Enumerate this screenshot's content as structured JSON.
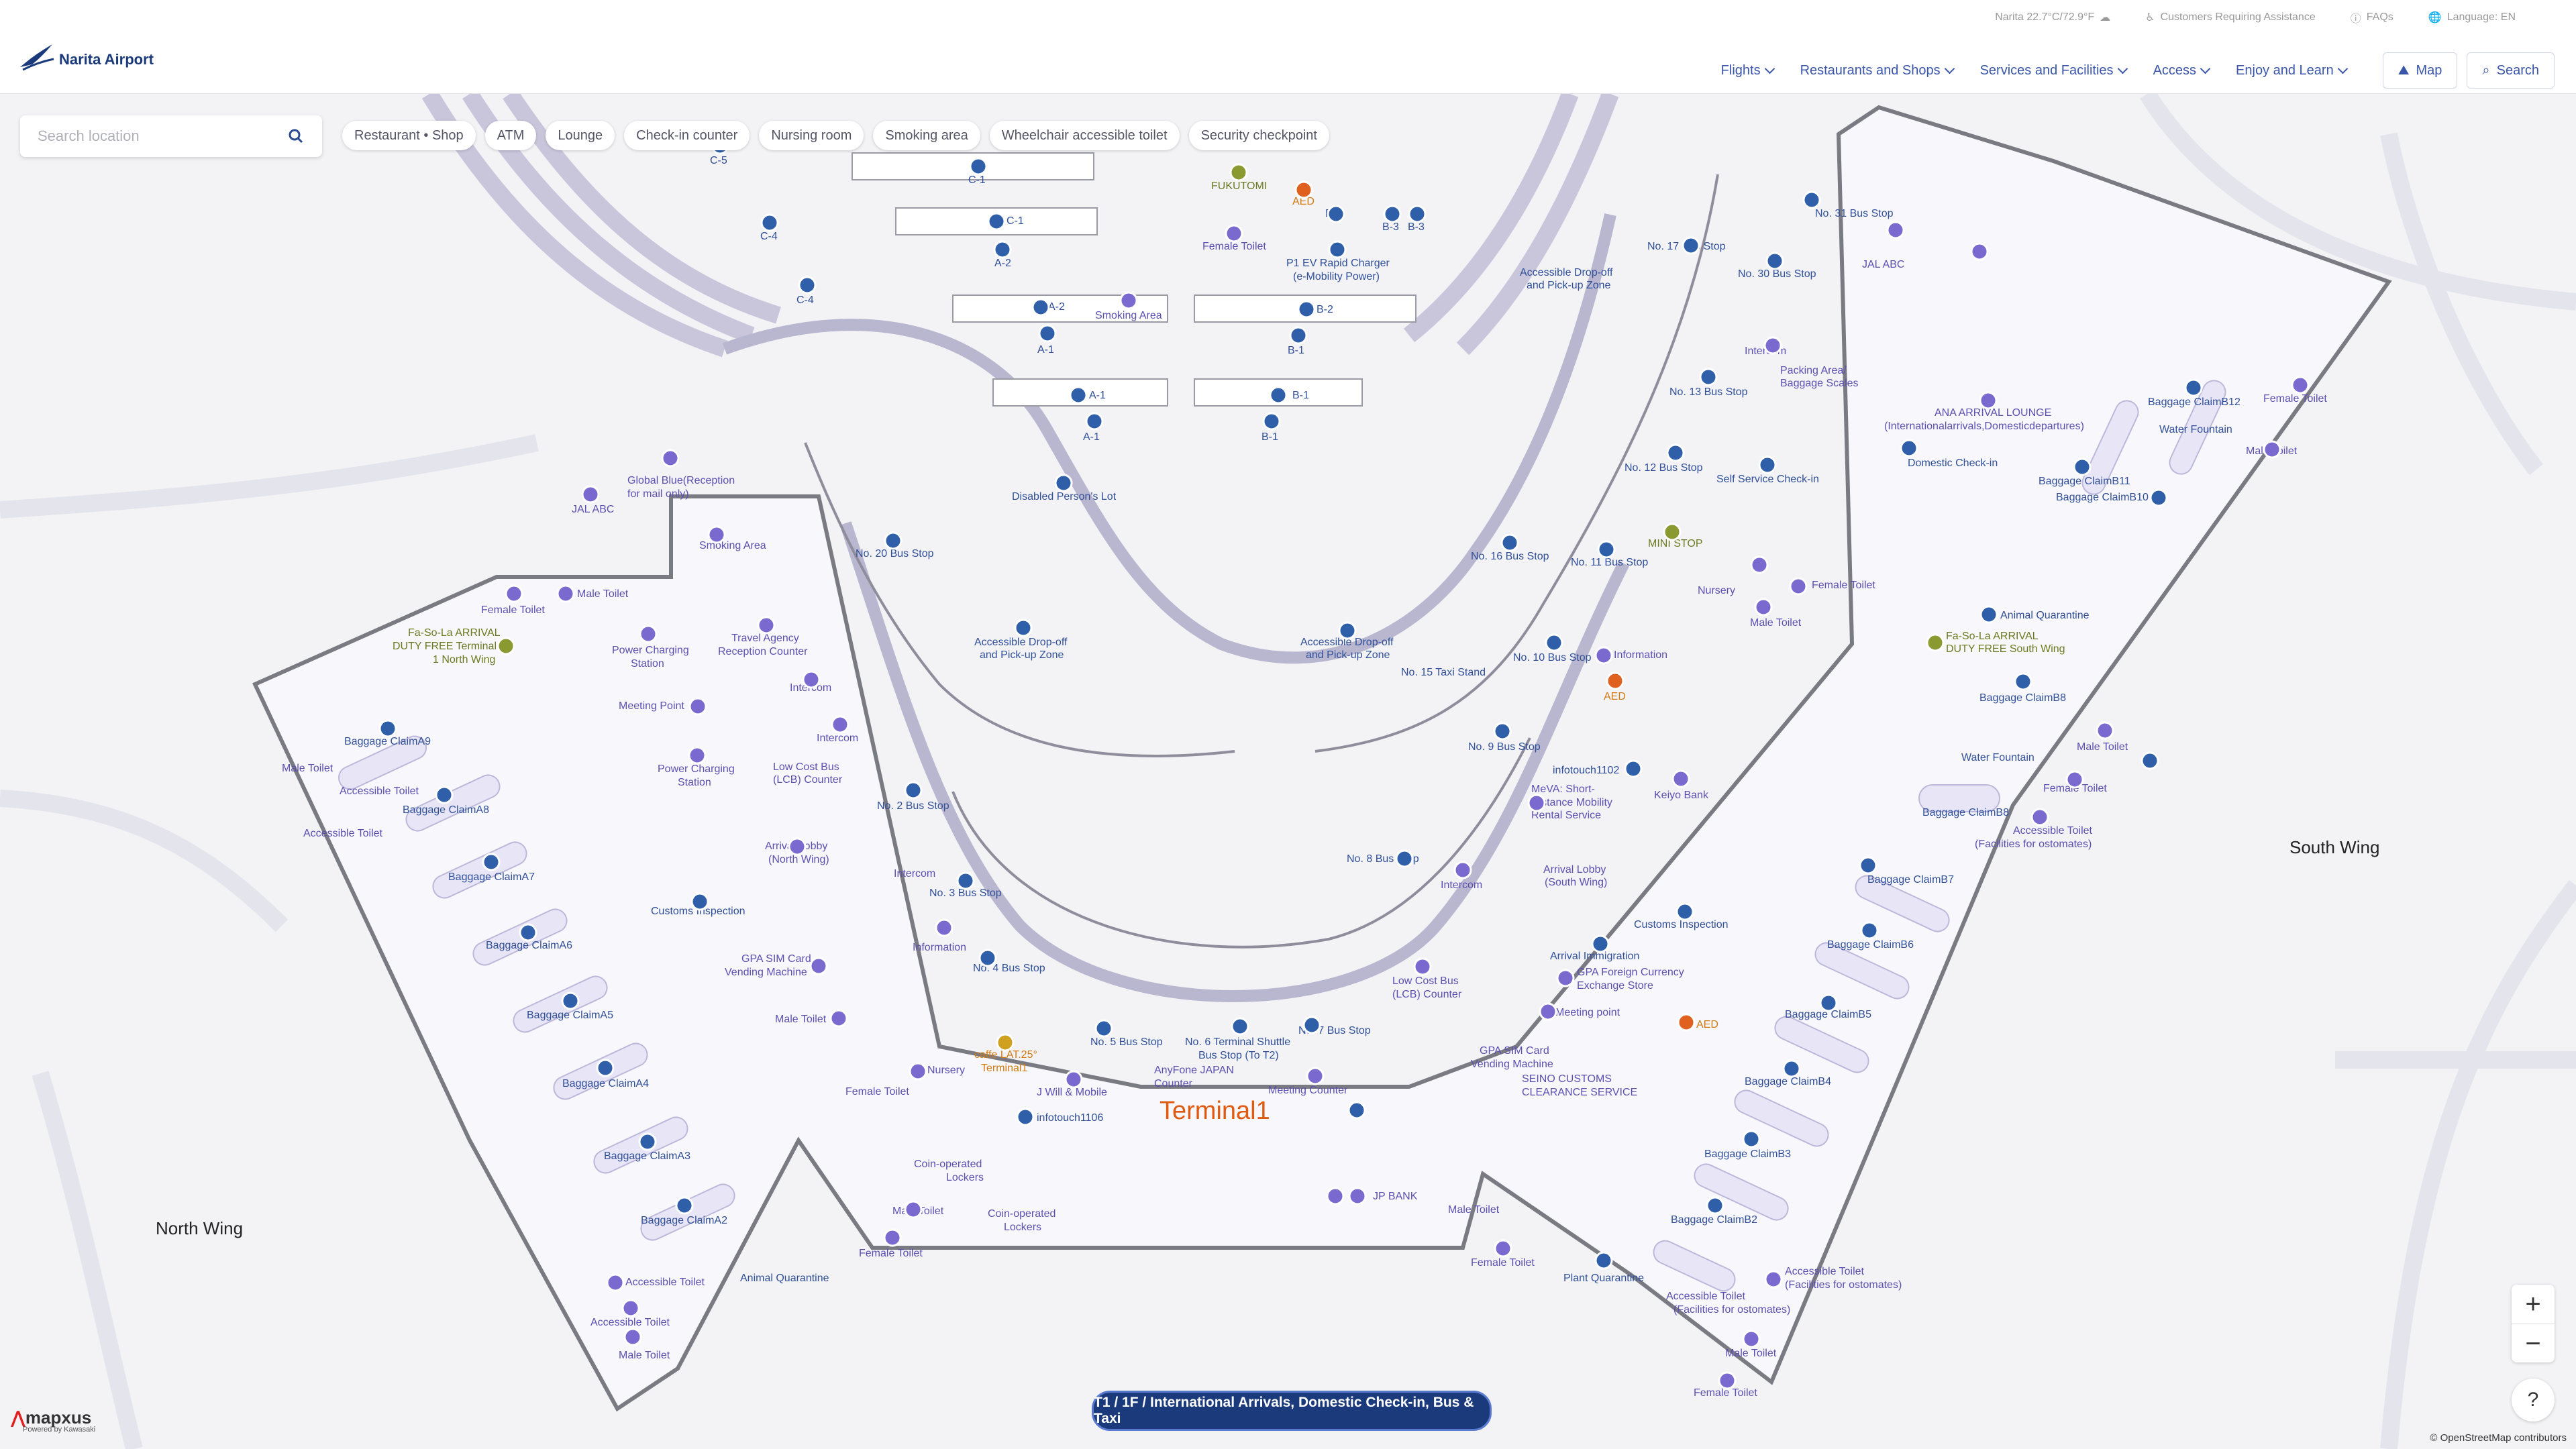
{
  "header": {
    "logo_text": "Narita Airport",
    "utility": {
      "weather": "Narita 22.7°C/72.9°F",
      "assistance": "Customers Requiring Assistance",
      "faqs": "FAQs",
      "language": "Language: EN"
    },
    "nav": [
      {
        "label": "Flights"
      },
      {
        "label": "Restaurants and Shops"
      },
      {
        "label": "Services and Facilities"
      },
      {
        "label": "Access"
      },
      {
        "label": "Enjoy and Learn"
      }
    ],
    "map_button": "Map",
    "search_button": "Search"
  },
  "search": {
    "placeholder": "Search location"
  },
  "chips": [
    "Restaurant • Shop",
    "ATM",
    "Lounge",
    "Check-in counter",
    "Nursing room",
    "Smoking area",
    "Wheelchair accessible toilet",
    "Security checkpoint"
  ],
  "map": {
    "terminal": "Terminal1",
    "north_wing": "North Wing",
    "south_wing": "South Wing",
    "labels": {
      "c5": "C-5",
      "c1": "C-1",
      "c1b": "C-1",
      "c4": "C-4",
      "c4b": "C-4",
      "a2": "A-2",
      "a2b": "A-2",
      "a1": "A-1",
      "a1b": "A-1",
      "a1c": "A-1",
      "b3": "B-3",
      "b3b": "B-3",
      "b3c": "B-3",
      "b2": "B-2",
      "b1": "B-1",
      "b1b": "B-1",
      "b1c": "B-1",
      "fukutomi": "FUKUTOMI",
      "aed1": "AED",
      "female_toilet_top": "Female Toilet",
      "ev1": "P1 EV Rapid Charger",
      "ev2": "(e-Mobility Power)",
      "smoking_top": "Smoking Area",
      "disabled_lot": "Disabled Person's Lot",
      "dropoff_top1": "Accessible Drop-off",
      "dropoff_top2": "and Pick-up Zone",
      "bus31": "No. 31 Bus Stop",
      "bus17": "No. 17 Bus Stop",
      "bus30": "No. 30 Bus Stop",
      "jalabc_s": "JAL ABC",
      "intercom_s": "Intercom",
      "packing1": "Packing Area/",
      "packing2": "Baggage Scales",
      "bus13": "No. 13 Bus Stop",
      "ana1": "ANA ARRIVAL LOUNGE",
      "ana2": "(Internationalarrivals,Domesticdepartures)",
      "domestic_checkin": "Domestic Check-in",
      "bus12": "No. 12 Bus Stop",
      "self_service": "Self Service Check-in",
      "bcb12": "Baggage ClaimB12",
      "female_toilet_s1": "Female Toilet",
      "water_s1": "Water Fountain",
      "male_toilet_s1": "Male Toilet",
      "bcb11": "Baggage ClaimB11",
      "bcb10": "Baggage ClaimB10",
      "ministop": "MINI STOP",
      "bus16": "No. 16 Bus Stop",
      "bus11": "No. 11 Bus Stop",
      "nursery_s": "Nursery",
      "female_toilet_s2": "Female Toilet",
      "male_toilet_s2": "Male Toilet",
      "animal_q_s": "Animal Quarantine",
      "fasola_s1": "Fa-So-La ARRIVAL",
      "fasola_s2": "DUTY FREE South Wing",
      "bus10": "No. 10 Bus Stop",
      "info_s": "Information",
      "bus15": "No. 15 Taxi Stand",
      "aed_s": "AED",
      "bcb8": "Baggage ClaimB8",
      "bus9": "No. 9 Bus Stop",
      "male_toilet_s3": "Male Toilet",
      "water_s2": "Water Fountain",
      "female_toilet_s3": "Female Toilet",
      "infotouch1102": "infotouch1102",
      "keiyo": "Keiyo Bank",
      "meva1": "MeVA: Short-",
      "meva2": "Distance Mobility",
      "meva3": "Rental Service",
      "bcb8b": "Baggage ClaimB8",
      "acc_toilet_s1": "Accessible Toilet",
      "acc_toilet_s1b": "(Facilities for ostomates)",
      "bus8": "No. 8 Bus Stop",
      "arrival_s1": "Arrival Lobby",
      "arrival_s2": "(South Wing)",
      "intercom_s2": "Intercom",
      "bcb7": "Baggage ClaimB7",
      "customs_s": "Customs Inspection",
      "bcb6": "Baggage ClaimB6",
      "arrival_imm": "Arrival Immigration",
      "gpa_fx1": "GPA Foreign Currency",
      "gpa_fx2": "Exchange Store",
      "lcb_s1": "Low Cost Bus",
      "lcb_s2": "(LCB) Counter",
      "meeting_s": "Meeting point",
      "aed_s2": "AED",
      "bcb5": "Baggage ClaimB5",
      "bus7": "No. 7 Bus Stop",
      "gpa_sim_s1": "GPA SIM Card",
      "gpa_sim_s2": "Vending Machine",
      "seino1": "SEINO CUSTOMS",
      "seino2": "CLEARANCE SERVICE",
      "bcb4": "Baggage ClaimB4",
      "bcb3": "Baggage ClaimB3",
      "bcb2": "Baggage ClaimB2",
      "jpbank": "JP BANK",
      "male_toilet_s4": "Male Toilet",
      "female_toilet_s4": "Female Toilet",
      "plant_q": "Plant Quarantine",
      "acc_toilet_s2": "Accessible Toilet",
      "acc_toilet_s2b": "(Facilities for ostomates)",
      "acc_toilet_s3": "Accessible Toilet",
      "acc_toilet_s3b": "(Facilities for ostomates)",
      "male_toilet_s5": "Male Toilet",
      "female_toilet_s5": "Female Toilet",
      "global_blue1": "Global Blue(Reception",
      "global_blue2": "for mail only)",
      "jalabc_n": "JAL ABC",
      "smoking_n": "Smoking Area",
      "bus20": "No. 20 Bus Stop",
      "female_toilet_n1": "Female Toilet",
      "male_toilet_n1": "Male Toilet",
      "fasola_n1": "Fa-So-La ARRIVAL",
      "fasola_n2": "DUTY FREE Terminal",
      "fasola_n3": "1 North Wing",
      "power1": "Power Charging",
      "power1b": "Station",
      "travel1": "Travel Agency",
      "travel2": "Reception Counter",
      "dropoff_c1": "Accessible Drop-off",
      "dropoff_c2": "and Pick-up Zone",
      "dropoff_c3": "Accessible Drop-off",
      "dropoff_c4": "and Pick-up Zone",
      "meeting_n": "Meeting Point",
      "intercom_n1": "Intercom",
      "bca9": "Baggage ClaimA9",
      "male_toilet_n2": "Male Toilet",
      "acc_toilet_n1": "Accessible Toilet",
      "acc_toilet_n2": "Accessible Toilet",
      "bca8": "Baggage ClaimA8",
      "intercom_n2": "Intercom",
      "power2": "Power Charging",
      "power2b": "Station",
      "lcb_n1": "Low Cost Bus",
      "lcb_n2": "(LCB) Counter",
      "bus2": "No. 2 Bus Stop",
      "arrival_n1": "Arrival Lobby",
      "arrival_n2": "(North Wing)",
      "bca7": "Baggage ClaimA7",
      "intercom_n3": "Intercom",
      "bus3": "No. 3 Bus Stop",
      "customs_n": "Customs Inspection",
      "info_n": "Information",
      "bca6": "Baggage ClaimA6",
      "gpa_sim_n1": "GPA SIM Card",
      "gpa_sim_n2": "Vending Machine",
      "bus4": "No. 4 Bus Stop",
      "bca5": "Baggage ClaimA5",
      "male_toilet_n3": "Male Toilet",
      "bus5": "No. 5 Bus Stop",
      "bus6a": "No. 6 Terminal Shuttle",
      "bus6b": "Bus Stop (To T2)",
      "caffe1": "caffe LAT.25°",
      "caffe2": "Terminal1",
      "nursery_n": "Nursery",
      "female_toilet_n2": "Female Toilet",
      "anyfone1": "AnyFone JAPAN",
      "anyfone2": "Counter",
      "meeting_counter": "Meeting Counter",
      "jwill": "J Will & Mobile",
      "bca4": "Baggage ClaimA4",
      "infotouch1106": "infotouch1106",
      "bca3": "Baggage ClaimA3",
      "coin1": "Coin-operated",
      "coin1b": "Lockers",
      "coin2": "Coin-operated",
      "coin2b": "Lockers",
      "bca2": "Baggage ClaimA2",
      "male_toilet_n4": "Male Toilet",
      "female_toilet_n3": "Female Toilet",
      "acc_toilet_n3": "Accessible Toilet",
      "animal_q_n": "Animal Quarantine",
      "acc_toilet_n4": "Accessible Toilet",
      "male_toilet_n5": "Male Toilet"
    }
  },
  "floor_selector": "T1 / 1F / International Arrivals, Domestic Check-in, Bus & Taxi",
  "attribution": "© OpenStreetMap contributors",
  "mapxus": {
    "brand_pre": "ma",
    "brand_x": "p",
    "brand_post": "xus",
    "byline": "Powered by Kawasaki"
  },
  "colors": {
    "nav_blue": "#3a56a8",
    "brand_navy": "#1a3a7c",
    "poi_blue": "#2f5fa8",
    "poi_purple": "#6a5acd",
    "terminal_label": "#e05a10"
  },
  "zoom": {
    "in": "+",
    "out": "−"
  },
  "help": "?"
}
